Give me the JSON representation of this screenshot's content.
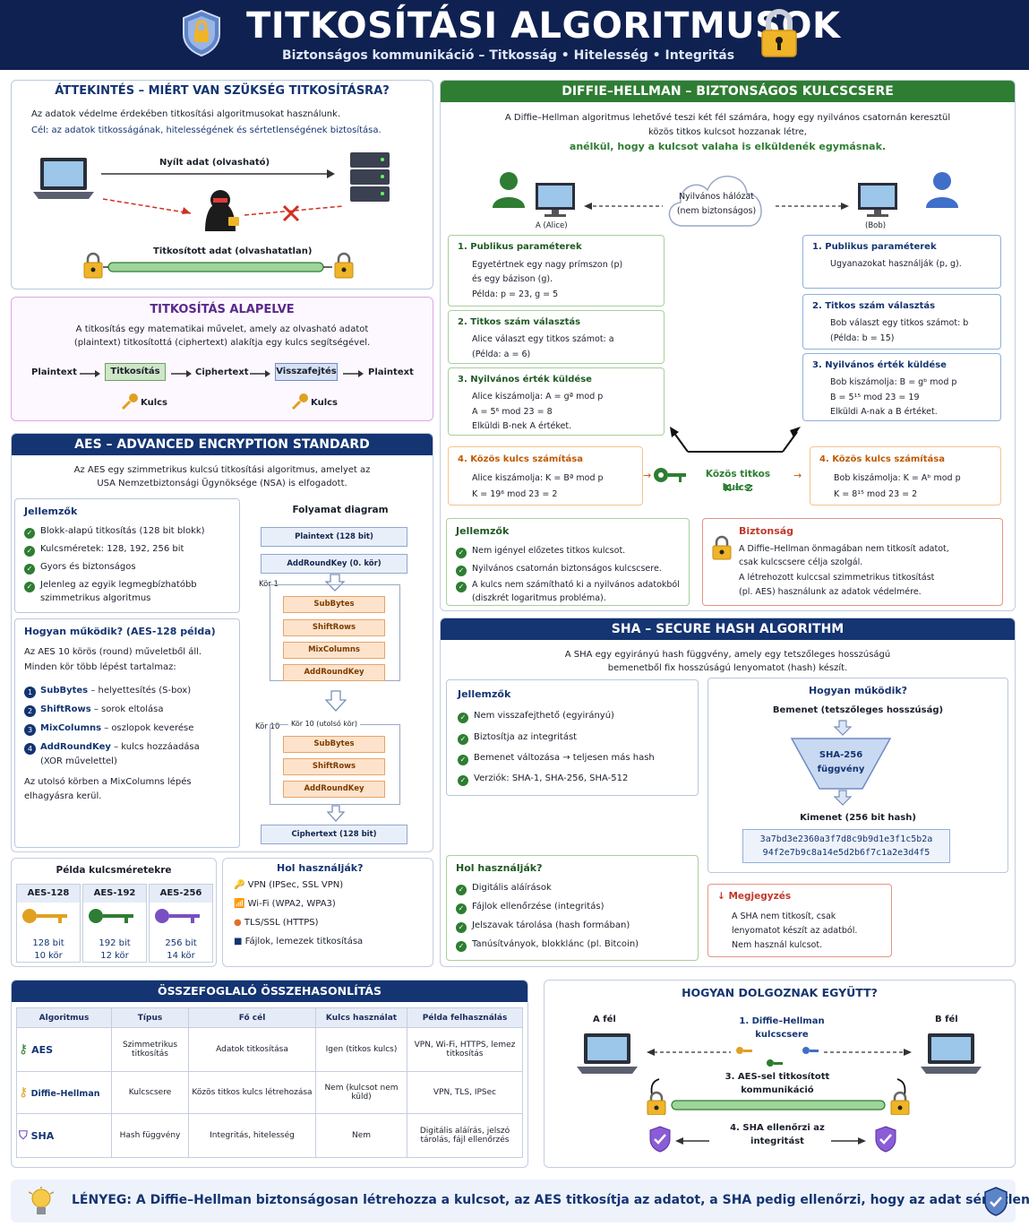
{
  "header": {
    "title": "TITKOSÍTÁSI ALGORITMUSOK",
    "subtitle": "Biztonságos kommunikáció – Titkosság • Hitelesség • Integritás"
  },
  "overview": {
    "title": "ÁTTEKINTÉS – MIÉRT VAN SZÜKSÉG TITKOSÍTÁSRA?",
    "line1": "Az adatok védelme érdekében titkosítási algoritmusokat használunk.",
    "line2": "Cél: az adatok titkosságának, hitelességének és sértetlenségének biztosítása.",
    "plain_label": "Nyílt adat (olvasható)",
    "cipher_label": "Titkosított adat (olvashatatlan)"
  },
  "principle": {
    "title": "TITKOSÍTÁS ALAPELVE",
    "line1": "A titkosítás egy matematikai művelet, amely az olvasható adatot",
    "line2": "(plaintext) titkosítottá (ciphertext) alakítja egy kulcs segítségével.",
    "plaintext": "Plaintext",
    "encrypt": "Titkosítás",
    "ciphertext": "Ciphertext",
    "decrypt": "Visszafejtés",
    "plaintext2": "Plaintext",
    "key1": "Kulcs",
    "key2": "Kulcs"
  },
  "aes": {
    "title": "AES – ADVANCED ENCRYPTION STANDARD",
    "intro1": "Az AES egy szimmetrikus kulcsú titkosítási algoritmus, amelyet az",
    "intro2": "USA Nemzetbiztonsági Ügynöksége (NSA) is elfogadott.",
    "features_title": "Jellemzők",
    "features": [
      "Blokk-alapú titkosítás (128 bit blokk)",
      "Kulcsméretek: 128, 192, 256 bit",
      "Gyors és biztonságos",
      "Jelenleg az egyik legmegbízhatóbb",
      "szimmetrikus algoritmus"
    ],
    "how_title": "Hogyan működik? (AES-128 példa)",
    "how1": "Az AES 10 körös (round) műveletből áll.",
    "how2": "Minden kör több lépést tartalmaz:",
    "steps": [
      {
        "n": "1",
        "name": "SubBytes",
        "desc": " – helyettesítés (S-box)"
      },
      {
        "n": "2",
        "name": "ShiftRows",
        "desc": " – sorok eltolása"
      },
      {
        "n": "3",
        "name": "MixColumns",
        "desc": " – oszlopok keverése"
      },
      {
        "n": "4",
        "name": "AddRoundKey",
        "desc": " – kulcs hozzáadása"
      }
    ],
    "xor": "(XOR művelettel)",
    "last1": "Az utolsó körben a MixColumns lépés",
    "last2": "elhagyásra kerül.",
    "flow_title": "Folyamat diagram",
    "flow_plain": "Plaintext (128 bit)",
    "flow_ark0": "AddRoundKey (0. kör)",
    "round1": "Kör 1",
    "round10": "Kör 10",
    "round10b": "Kör 10 (utolsó kör)",
    "r1": [
      "SubBytes",
      "ShiftRows",
      "MixColumns",
      "AddRoundKey"
    ],
    "r10": [
      "SubBytes",
      "ShiftRows",
      "AddRoundKey"
    ],
    "flow_cipher": "Ciphertext (128 bit)",
    "keys_title": "Példa kulcsméretekre",
    "keys": [
      {
        "name": "AES-128",
        "bits": "128 bit",
        "rounds": "10 kör",
        "color": "#e0a020"
      },
      {
        "name": "AES-192",
        "bits": "192 bit",
        "rounds": "12 kör",
        "color": "#2e7d32"
      },
      {
        "name": "AES-256",
        "bits": "256 bit",
        "rounds": "14 kör",
        "color": "#7a4fc2"
      }
    ],
    "use_title": "Hol használják?",
    "uses": [
      "VPN (IPSec, SSL VPN)",
      "Wi-Fi (WPA2, WPA3)",
      "TLS/SSL (HTTPS)",
      "Fájlok, lemezek titkosítása"
    ]
  },
  "dh": {
    "title": "DIFFIE–HELLMAN – BIZTONSÁGOS KULCSCSERE",
    "intro1": "A Diffie–Hellman algoritmus lehetővé teszi két fél számára, hogy egy nyilvános csatornán keresztül",
    "intro2": "közös titkos kulcsot hozzanak létre,",
    "intro3": "anélkül, hogy a kulcsot valaha is elküldenék egymásnak.",
    "alice": "A (Alice)",
    "bob": "(Bob)",
    "cloud1": "Nyilvános hálózat",
    "cloud2": "(nem biztonságos)",
    "a1_title": "1.  Publikus paraméterek",
    "a1_l1": "Egyetértnek egy nagy prímszon (p)",
    "a1_l2": "és egy bázison (g).",
    "a1_l3": "Példa: p = 23, g = 5",
    "a2_title": "2.  Titkos szám választás",
    "a2_l1": "Alice választ egy titkos számot: a",
    "a2_l2": "(Példa: a = 6)",
    "a3_title": "3.  Nyilvános érték küldése",
    "a3_l1": "Alice kiszámolja:   A = gª mod p",
    "a3_l2": "A = 5⁶ mod 23 = 8",
    "a3_l3": "Elküldi B-nek A értéket.",
    "a4_title": "4.  Közös kulcs számítása",
    "a4_l1": "Alice kiszámolja:   K = Bª mod p",
    "a4_l2": "K = 19⁶ mod 23 = 2",
    "b1_title": "1.  Publikus paraméterek",
    "b1_l1": "Ugyanazokat használják (p, g).",
    "b2_title": "2.  Titkos szám választás",
    "b2_l1": "Bob választ egy titkos számot: b",
    "b2_l2": "(Példa: b = 15)",
    "b3_title": "3.  Nyilvános érték küldése",
    "b3_l1": "Bob kiszámolja:   B = gᵇ mod p",
    "b3_l2": "B = 5¹⁵ mod 23 = 19",
    "b3_l3": "Elküldi A-nak a B értéket.",
    "b4_title": "4.  Közös kulcs számítása",
    "b4_l1": "Bob kiszámolja:   K = Aᵇ mod p",
    "b4_l2": "K = 8¹⁵ mod 23 = 2",
    "shared1": "Közös titkos kulcs:",
    "shared2": "K = 2",
    "feat_title": "Jellemzők",
    "feats": [
      "Nem igényel előzetes titkos kulcsot.",
      "Nyilvános csatornán biztonságos kulcscsere.",
      "A kulcs nem számítható ki a nyilvános adatokból",
      "(diszkrét logaritmus probléma)."
    ],
    "sec_title": "Biztonság",
    "sec": [
      "A Diffie–Hellman önmagában nem titkosít adatot,",
      "csak kulcscsere célja szolgál.",
      "A létrehozott kulccsal szimmetrikus titkosítást",
      "(pl. AES) használunk az adatok védelmére."
    ]
  },
  "sha": {
    "title": "SHA – SECURE HASH ALGORITHM",
    "intro1": "A SHA egy egyirányú hash függvény, amely egy tetszőleges hosszúságú",
    "intro2": "bemenetből fix hosszúságú lenyomatot (hash) készít.",
    "feat_title": "Jellemzők",
    "feats": [
      "Nem visszafejthető (egyirányú)",
      "Biztosítja az integritást",
      "Bemenet változása → teljesen más hash",
      "Verziók: SHA-1, SHA-256, SHA-512"
    ],
    "how_title": "Hogyan működik?",
    "input": "Bemenet (tetszőleges hosszúság)",
    "func1": "SHA-256",
    "func2": "függvény",
    "output": "Kimenet (256 bit hash)",
    "hash1": "3a7bd3e2360a3f7d8c9b9d1e3f1c5b2a",
    "hash2": "94f2e7b9c8a14e5d2b6f7c1a2e3d4f5",
    "use_title": "Hol használják?",
    "uses": [
      "Digitális aláírások",
      "Fájlok ellenőrzése (integritás)",
      "Jelszavak tárolása (hash formában)",
      "Tanúsítványok, blokklánc (pl. Bitcoin)"
    ],
    "note_title": "Megjegyzés",
    "note": [
      "A SHA nem titkosít, csak",
      "lenyomatot készít az adatból.",
      "Nem használ kulcsot."
    ]
  },
  "compare": {
    "title": "ÖSSZEFOGLALÓ ÖSSZEHASONLÍTÁS",
    "headers": [
      "Algoritmus",
      "Típus",
      "Fő cél",
      "Kulcs használat",
      "Példa felhasználás"
    ],
    "rows": [
      [
        "AES",
        "Szimmetrikus titkosítás",
        "Adatok titkosítása",
        "Igen (titkos kulcs)",
        "VPN, Wi-Fi, HTTPS, lemez titkosítás"
      ],
      [
        "Diffie–Hellman",
        "Kulcscsere",
        "Közös titkos kulcs létrehozása",
        "Nem (kulcsot nem küld)",
        "VPN, TLS, IPSec"
      ],
      [
        "SHA",
        "Hash függvény",
        "Integritás, hitelesség",
        "Nem",
        "Digitális aláírás, jelszó tárolás, fájl ellenőrzés"
      ]
    ]
  },
  "together": {
    "title": "HOGYAN DOLGOZNAK EGYÜTT?",
    "a": "A fél",
    "b": "B fél",
    "s1a": "1. Diffie–Hellman",
    "s1b": "kulcscsere",
    "s3a": "3. AES-sel titkosított",
    "s3b": "kommunikáció",
    "s4a": "4. SHA ellenőrzi az",
    "s4b": "integritást"
  },
  "footer": {
    "text": "LÉNYEG: A Diffie–Hellman biztonságosan létrehozza a kulcsot, az AES titkosítja az adatot, a SHA pedig ellenőrzi, hogy az adat sértetlen-e."
  }
}
